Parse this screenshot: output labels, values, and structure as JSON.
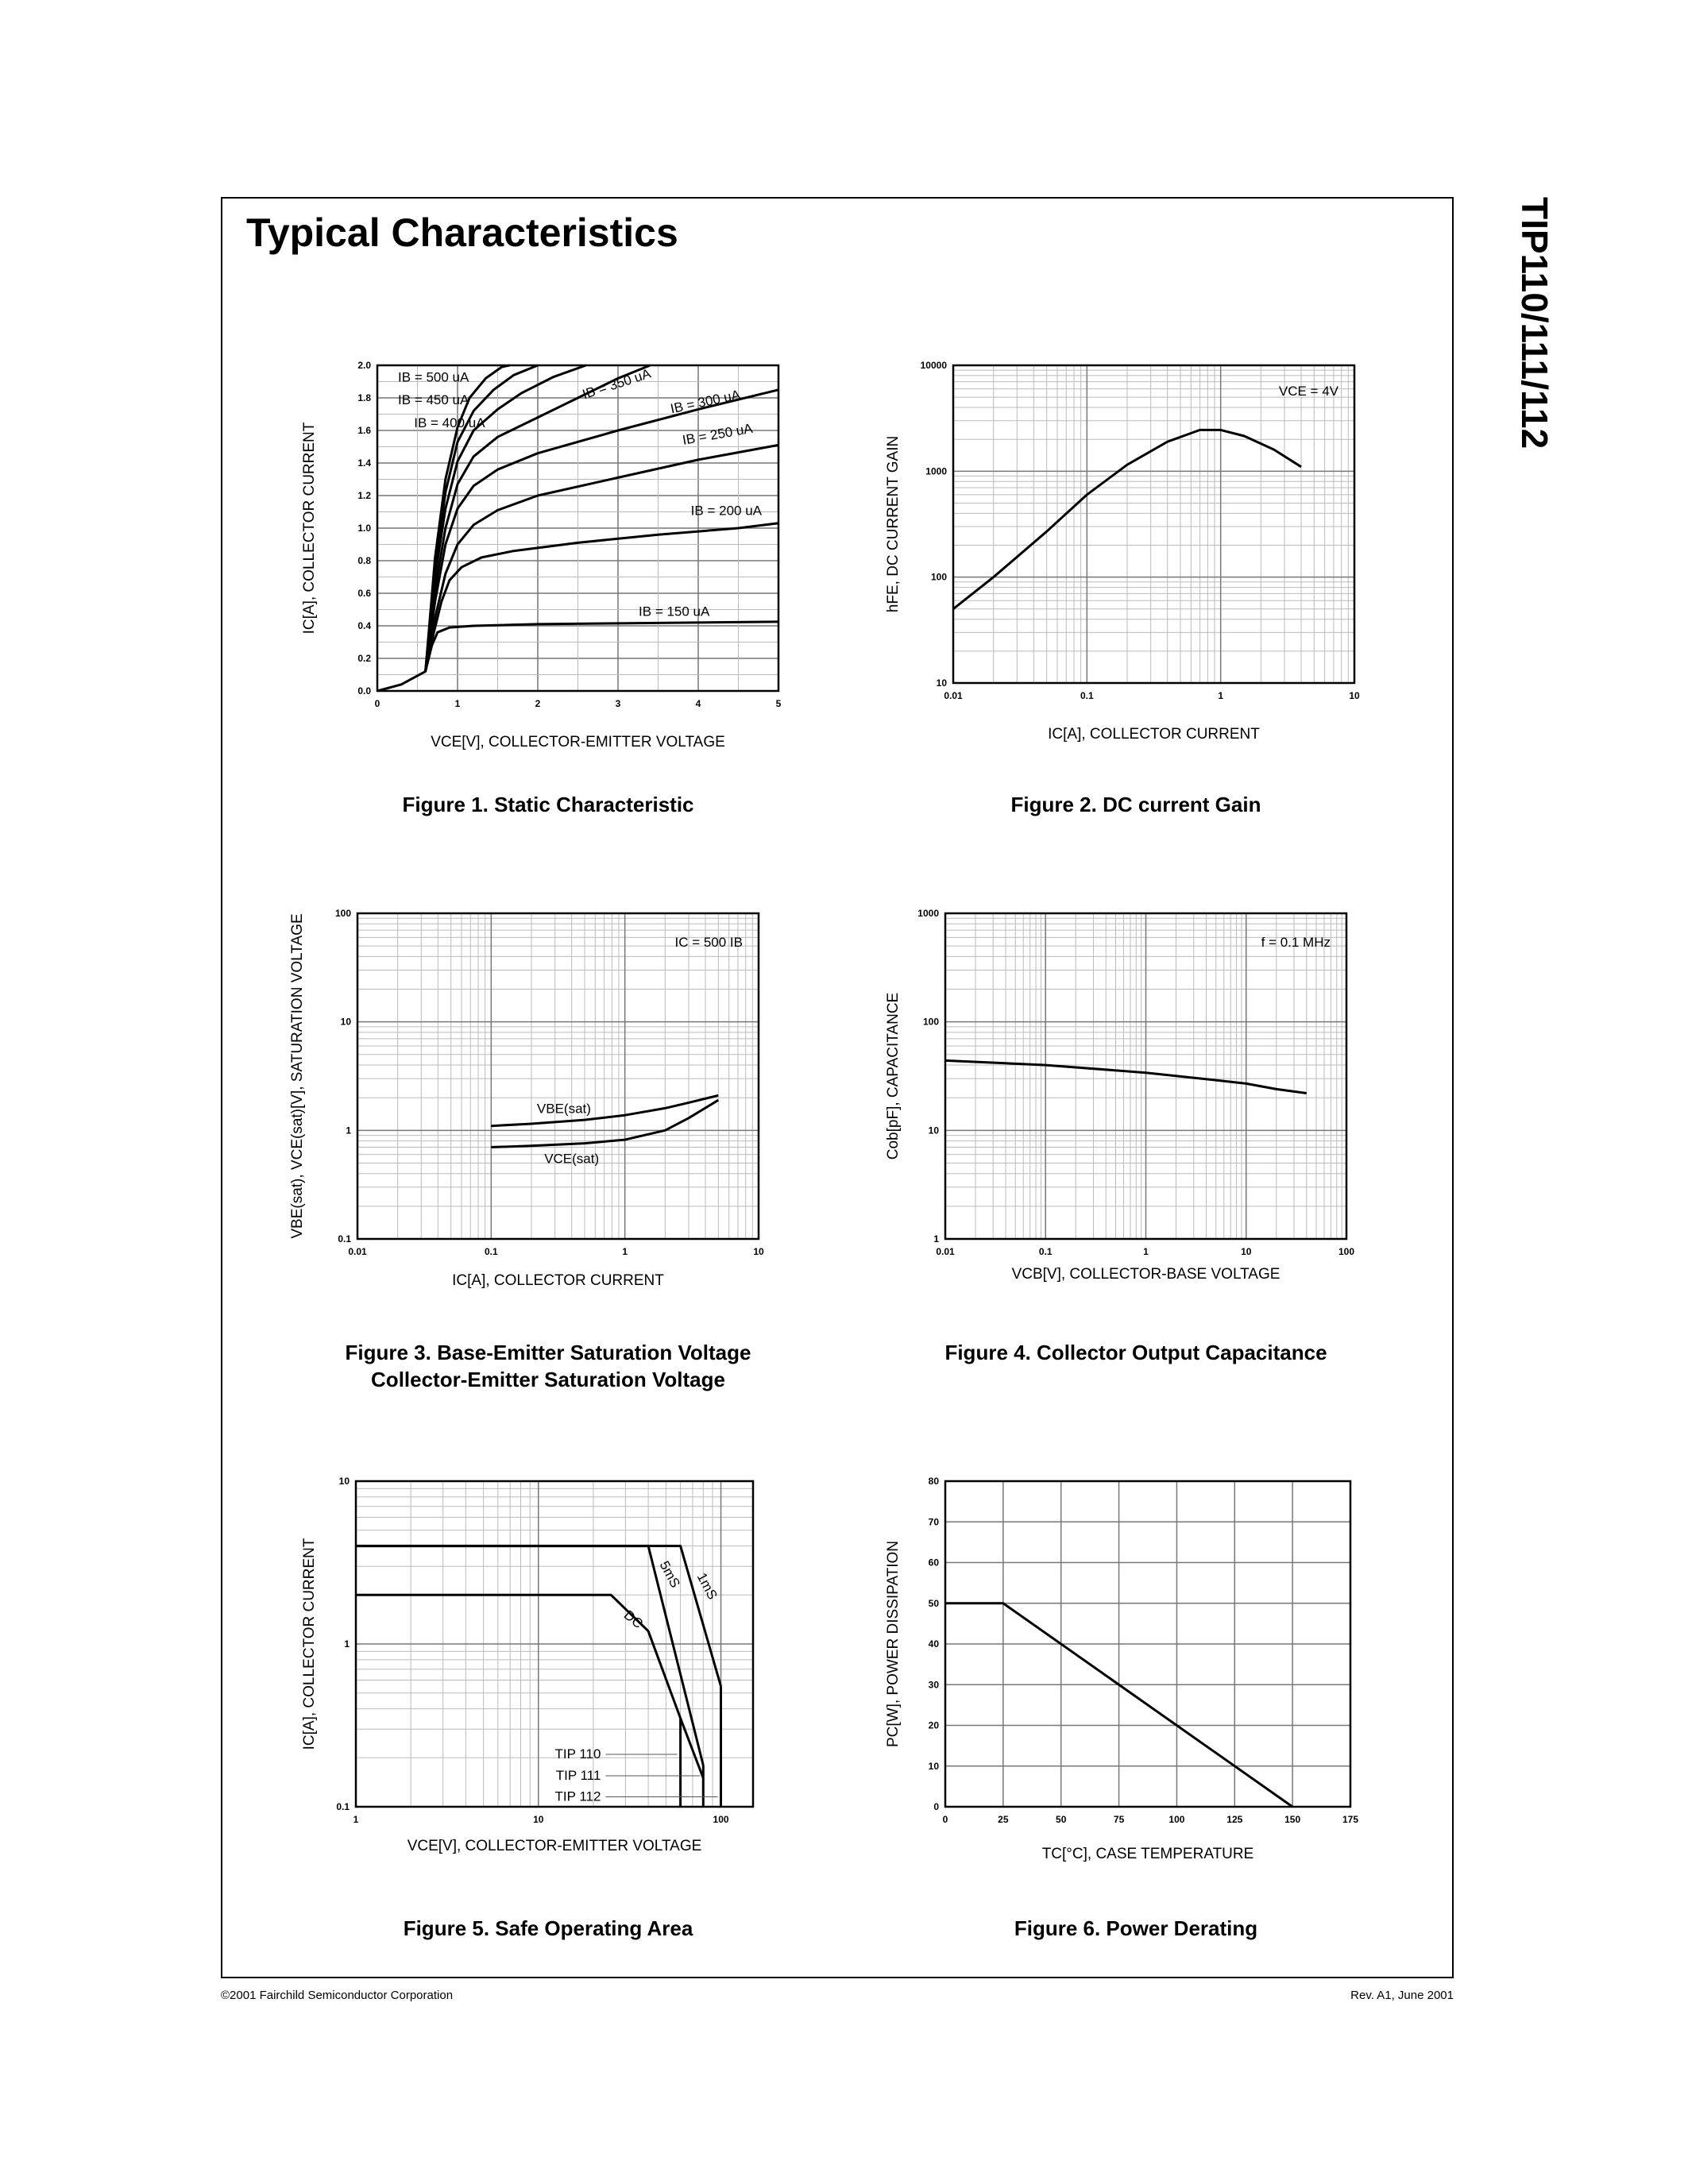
{
  "page": {
    "title": "Typical Characteristics",
    "side_title": "TIP110/111/112",
    "footer_left": "©2001 Fairchild Semiconductor Corporation",
    "footer_right": "Rev. A1, June 2001"
  },
  "captions": {
    "fig1": "Figure 1. Static Characteristic",
    "fig2": "Figure 2. DC current Gain",
    "fig3_line1": "Figure 3. Base-Emitter Saturation Voltage",
    "fig3_line2": "Collector-Emitter Saturation Voltage",
    "fig4": "Figure 4. Collector Output Capacitance",
    "fig5": "Figure 5. Safe Operating Area",
    "fig6": "Figure 6. Power Derating"
  },
  "chart_data": [
    {
      "type": "line",
      "xlabel": "VCE[V], COLLECTOR-EMITTER VOLTAGE",
      "ylabel": "IC[A], COLLECTOR CURRENT",
      "xlim": [
        0,
        5
      ],
      "ylim": [
        0,
        2.0
      ],
      "xticks": [
        "0",
        "1",
        "2",
        "3",
        "4",
        "5"
      ],
      "yticks": [
        "0.0",
        "0.2",
        "0.4",
        "0.6",
        "0.8",
        "1.0",
        "1.2",
        "1.4",
        "1.6",
        "1.8",
        "2.0"
      ],
      "grid": true,
      "series": [
        {
          "name": "IB = 150 uA",
          "x": [
            0,
            0.3,
            0.6,
            0.68,
            0.75,
            0.9,
            1.2,
            2,
            3,
            4,
            5
          ],
          "y": [
            0,
            0.04,
            0.12,
            0.28,
            0.36,
            0.39,
            0.4,
            0.41,
            0.415,
            0.42,
            0.425
          ]
        },
        {
          "name": "IB = 200 uA",
          "x": [
            0.6,
            0.7,
            0.8,
            0.9,
            1.05,
            1.3,
            1.7,
            2.5,
            3.5,
            4.5,
            5
          ],
          "y": [
            0.12,
            0.35,
            0.55,
            0.68,
            0.76,
            0.82,
            0.86,
            0.91,
            0.96,
            1.0,
            1.03
          ]
        },
        {
          "name": "IB = 250 uA",
          "x": [
            0.6,
            0.72,
            0.85,
            1.0,
            1.2,
            1.5,
            2,
            3,
            4,
            5
          ],
          "y": [
            0.12,
            0.45,
            0.72,
            0.9,
            1.02,
            1.11,
            1.2,
            1.31,
            1.42,
            1.51
          ]
        },
        {
          "name": "IB = 300 uA",
          "x": [
            0.6,
            0.72,
            0.85,
            1.0,
            1.2,
            1.5,
            2,
            3,
            4,
            5
          ],
          "y": [
            0.12,
            0.55,
            0.9,
            1.12,
            1.26,
            1.36,
            1.46,
            1.6,
            1.73,
            1.85
          ]
        },
        {
          "name": "IB = 350 uA",
          "x": [
            0.6,
            0.72,
            0.85,
            1.0,
            1.2,
            1.5,
            2,
            2.5,
            3,
            3.4
          ],
          "y": [
            0.12,
            0.62,
            1.0,
            1.27,
            1.44,
            1.56,
            1.68,
            1.8,
            1.92,
            2.0
          ]
        },
        {
          "name": "IB = 400 uA",
          "x": [
            0.6,
            0.72,
            0.85,
            1.0,
            1.2,
            1.5,
            1.8,
            2.2,
            2.6
          ],
          "y": [
            0.12,
            0.7,
            1.12,
            1.41,
            1.6,
            1.73,
            1.83,
            1.93,
            2.0
          ]
        },
        {
          "name": "IB = 450 uA",
          "x": [
            0.6,
            0.72,
            0.85,
            1.0,
            1.2,
            1.45,
            1.7,
            2.0
          ],
          "y": [
            0.12,
            0.76,
            1.22,
            1.53,
            1.72,
            1.85,
            1.94,
            2.0
          ]
        },
        {
          "name": "IB = 500 uA",
          "x": [
            0.6,
            0.72,
            0.85,
            1.0,
            1.15,
            1.35,
            1.55,
            1.65
          ],
          "y": [
            0.12,
            0.82,
            1.3,
            1.62,
            1.8,
            1.92,
            1.99,
            2.0
          ]
        }
      ]
    },
    {
      "type": "line",
      "xlabel": "IC[A], COLLECTOR CURRENT",
      "ylabel": "hFE, DC CURRENT GAIN",
      "xscale": "log",
      "yscale": "log",
      "xlim": [
        0.01,
        10
      ],
      "ylim": [
        10,
        10000
      ],
      "xticks": [
        "0.01",
        "0.1",
        "1",
        "10"
      ],
      "yticks": [
        "10",
        "100",
        "1000",
        "10000"
      ],
      "annotation": "VCE = 4V",
      "grid": true,
      "series": [
        {
          "name": "hFE",
          "x": [
            0.01,
            0.02,
            0.05,
            0.1,
            0.2,
            0.4,
            0.7,
            1.0,
            1.5,
            2.5,
            4
          ],
          "y": [
            50,
            100,
            270,
            600,
            1150,
            1900,
            2450,
            2450,
            2150,
            1600,
            1100
          ]
        }
      ]
    },
    {
      "type": "line",
      "xlabel": "IC[A], COLLECTOR CURRENT",
      "ylabel": "VBE(sat), VCE(sat)[V], SATURATION VOLTAGE",
      "xscale": "log",
      "yscale": "log",
      "xlim": [
        0.01,
        10
      ],
      "ylim": [
        0.1,
        100
      ],
      "xticks": [
        "0.01",
        "0.1",
        "1",
        "10"
      ],
      "yticks": [
        "0.1",
        "1",
        "10",
        "100"
      ],
      "annotation": "IC = 500 IB",
      "grid": true,
      "series": [
        {
          "name": "VBE(sat)",
          "x": [
            0.1,
            0.2,
            0.5,
            1,
            2,
            3,
            5
          ],
          "y": [
            1.1,
            1.15,
            1.25,
            1.38,
            1.6,
            1.8,
            2.1
          ]
        },
        {
          "name": "VCE(sat)",
          "x": [
            0.1,
            0.2,
            0.5,
            1,
            2,
            3,
            5
          ],
          "y": [
            0.7,
            0.72,
            0.76,
            0.82,
            1.0,
            1.3,
            1.9
          ]
        }
      ]
    },
    {
      "type": "line",
      "xlabel": "VCB[V], COLLECTOR-BASE VOLTAGE",
      "ylabel": "Cob[pF], CAPACITANCE",
      "xscale": "log",
      "yscale": "log",
      "xlim": [
        0.01,
        100
      ],
      "ylim": [
        1,
        1000
      ],
      "xticks": [
        "0.01",
        "0.1",
        "1",
        "10",
        "100"
      ],
      "yticks": [
        "1",
        "10",
        "100",
        "1000"
      ],
      "annotation": "f = 0.1 MHz",
      "grid": true,
      "series": [
        {
          "name": "Cob",
          "x": [
            0.01,
            0.1,
            1,
            5,
            10,
            20,
            40
          ],
          "y": [
            44,
            40,
            34,
            29,
            27,
            24,
            22
          ]
        }
      ]
    },
    {
      "type": "line",
      "xlabel": "VCE[V], COLLECTOR-EMITTER VOLTAGE",
      "ylabel": "IC[A], COLLECTOR CURRENT",
      "xscale": "log",
      "yscale": "log",
      "xlim": [
        1,
        150
      ],
      "ylim": [
        0.1,
        10
      ],
      "xticks": [
        "1",
        "10",
        "100"
      ],
      "yticks": [
        "0.1",
        "1",
        "10"
      ],
      "grid": true,
      "annotations": [
        "5mS",
        "1mS",
        "DC",
        "TIP 110",
        "TIP 111",
        "TIP 112"
      ],
      "series": [
        {
          "name": "DC",
          "x": [
            1,
            25,
            40,
            60,
            80
          ],
          "y": [
            2,
            2,
            1.2,
            0.35,
            0.15
          ]
        },
        {
          "name": "5mS",
          "x": [
            1,
            40,
            80
          ],
          "y": [
            4,
            4,
            0.18
          ]
        },
        {
          "name": "1mS",
          "x": [
            1,
            60,
            100
          ],
          "y": [
            4,
            4,
            0.55
          ]
        },
        {
          "name": "TIP 110",
          "x": [
            60,
            60
          ],
          "y": [
            0.1,
            0.35
          ]
        },
        {
          "name": "TIP 111",
          "x": [
            80,
            80
          ],
          "y": [
            0.1,
            0.18
          ]
        },
        {
          "name": "TIP 112",
          "x": [
            100,
            100
          ],
          "y": [
            0.1,
            0.55
          ]
        }
      ]
    },
    {
      "type": "line",
      "xlabel": "TC[°C], CASE TEMPERATURE",
      "ylabel": "PC[W], POWER DISSIPATION",
      "xlim": [
        0,
        175
      ],
      "ylim": [
        0,
        80
      ],
      "xticks": [
        "0",
        "25",
        "50",
        "75",
        "100",
        "125",
        "150",
        "175"
      ],
      "yticks": [
        "0",
        "10",
        "20",
        "30",
        "40",
        "50",
        "60",
        "70",
        "80"
      ],
      "grid": true,
      "series": [
        {
          "name": "PC",
          "x": [
            0,
            25,
            150
          ],
          "y": [
            50,
            50,
            0
          ]
        }
      ]
    }
  ]
}
